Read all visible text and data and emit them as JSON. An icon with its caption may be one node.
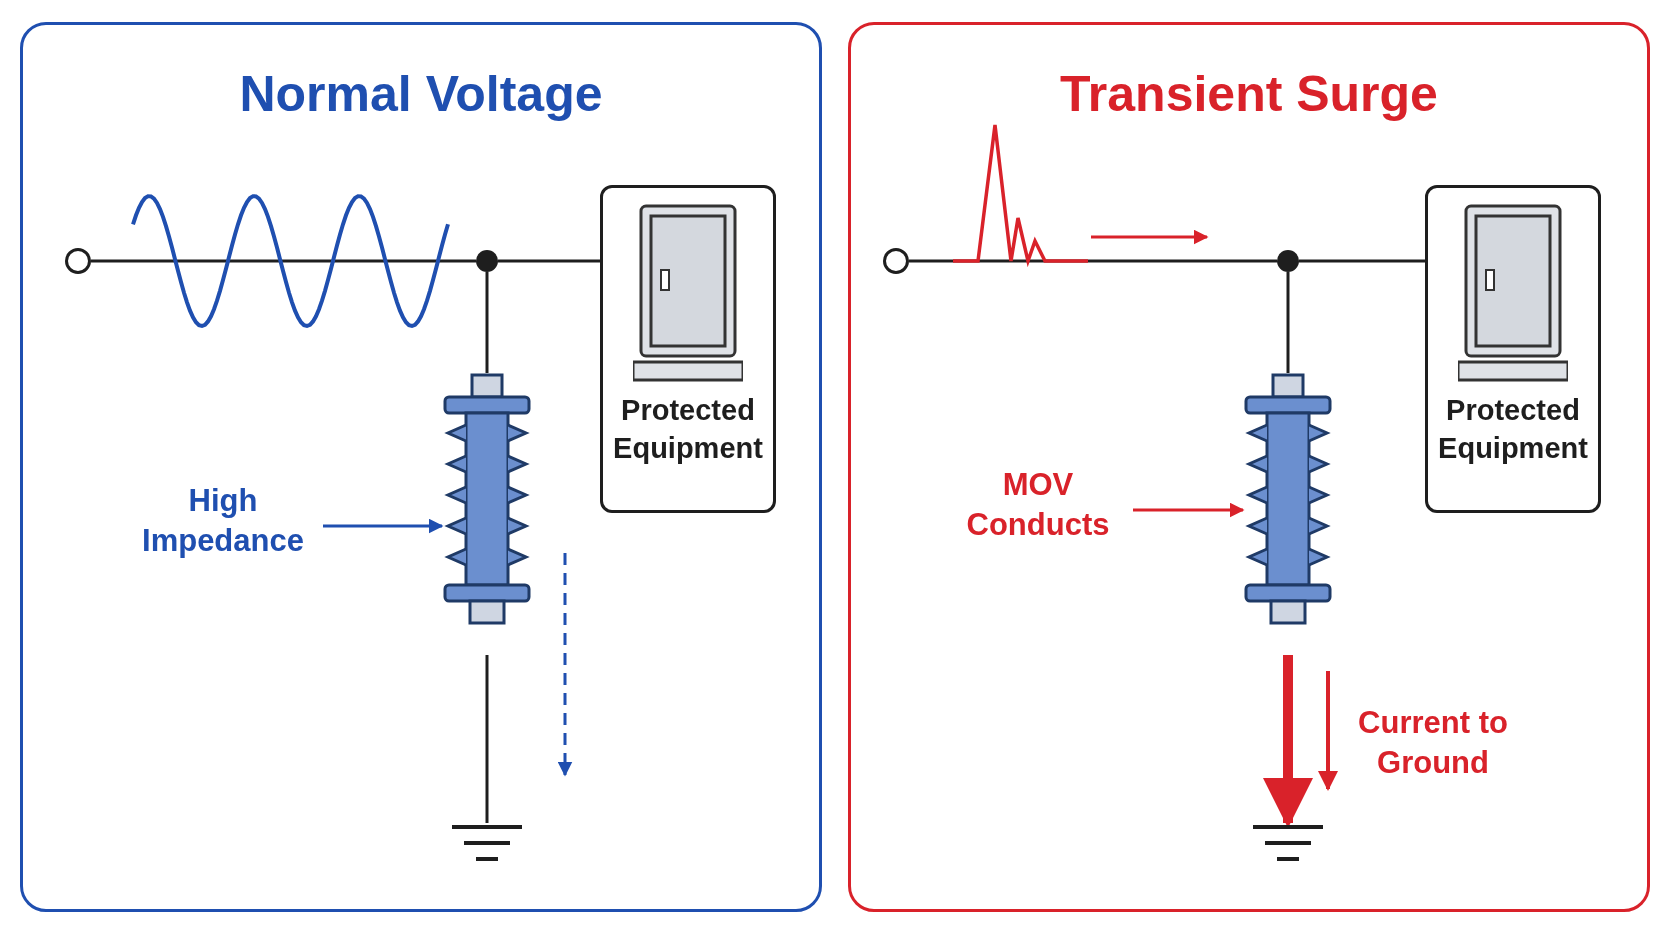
{
  "diagram": {
    "nodes": [
      {
        "text": [
          "Normal Voltage"
        ]
      },
      {
        "text": [],
        "shape": "circle",
        "in": 0
      },
      {
        "text": [],
        "shape": "circle",
        "in": 0
      },
      {
        "text": [
          "Protected Equipment"
        ],
        "in": 0
      },
      {
        "text": [],
        "shape": "cylinder",
        "in": 0
      },
      {
        "text": [],
        "shape": "ground",
        "in": 0
      },
      {
        "text": [
          "High Impedance"
        ],
        "in": 0
      },
      {
        "text": [
          "Transient Surge"
        ]
      },
      {
        "text": [],
        "shape": "circle",
        "in": 7
      },
      {
        "text": [],
        "shape": "circle",
        "in": 7
      },
      {
        "text": [
          "Protected Equipment"
        ],
        "in": 7
      },
      {
        "text": [],
        "shape": "cylinder",
        "in": 7
      },
      {
        "text": [],
        "shape": "ground",
        "in": 7
      },
      {
        "text": [
          "MOV Conducts"
        ],
        "in": 7
      }
    ],
    "edges": [
      {
        "from": 1,
        "to": 2,
        "arrow": "none"
      },
      {
        "from": 2,
        "to": 3,
        "arrow": "none"
      },
      {
        "from": 2,
        "to": 4,
        "arrow": "none"
      },
      {
        "from": 4,
        "to": 5,
        "arrow": "none"
      },
      {
        "from": 6,
        "to": 4,
        "arrow": "to",
        "color": "#1f4fb0"
      },
      {
        "from": 8,
        "to": 9,
        "arrow": "none"
      },
      {
        "from": 9,
        "to": 10,
        "arrow": "none"
      },
      {
        "from": 9,
        "to": 11,
        "arrow": "none"
      },
      {
        "from": 11,
        "to": 12,
        "arrow": "to",
        "style": "thick",
        "color": "#d9222a"
      },
      {
        "from": 13,
        "to": 11,
        "arrow": "to",
        "color": "#d9222a"
      }
    ],
    "labels": [
      "Current to Ground"
    ]
  }
}
